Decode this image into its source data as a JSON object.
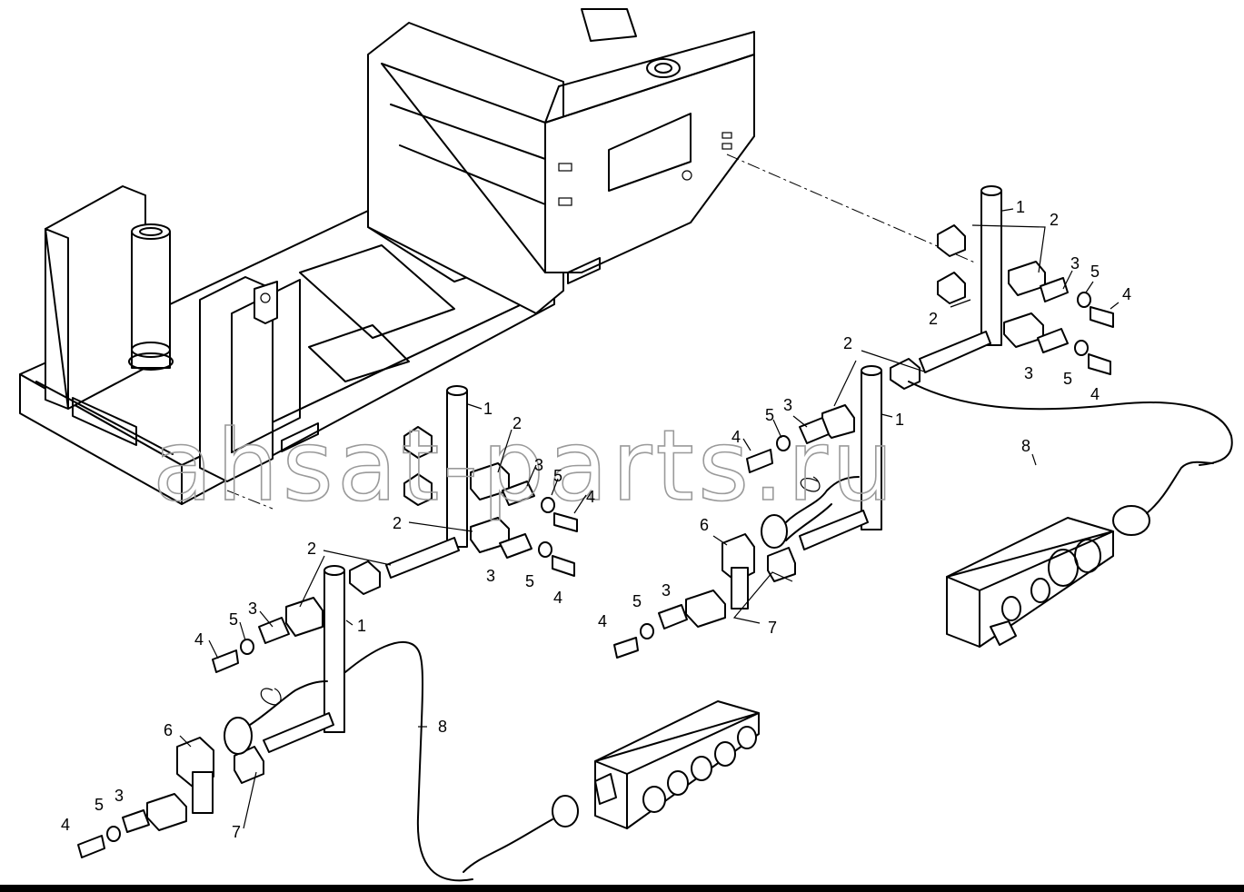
{
  "watermark": "ahsat-parts.ru",
  "callouts": [
    {
      "id": "c1a",
      "text": "1"
    },
    {
      "id": "c2a",
      "text": "2"
    },
    {
      "id": "c2b",
      "text": "2"
    },
    {
      "id": "c3a",
      "text": "3"
    },
    {
      "id": "c3b",
      "text": "3"
    },
    {
      "id": "c5a",
      "text": "5"
    },
    {
      "id": "c5b",
      "text": "5"
    },
    {
      "id": "c4a",
      "text": "4"
    },
    {
      "id": "c4b",
      "text": "4"
    },
    {
      "id": "c2c",
      "text": "2"
    },
    {
      "id": "c1b",
      "text": "1"
    },
    {
      "id": "c3c",
      "text": "3"
    },
    {
      "id": "c5c",
      "text": "5"
    },
    {
      "id": "c4c",
      "text": "4"
    },
    {
      "id": "c8a",
      "text": "8"
    },
    {
      "id": "c1c",
      "text": "1"
    },
    {
      "id": "c2d",
      "text": "2"
    },
    {
      "id": "c3d",
      "text": "3"
    },
    {
      "id": "c5d",
      "text": "5"
    },
    {
      "id": "c4d",
      "text": "4"
    },
    {
      "id": "c2e",
      "text": "2"
    },
    {
      "id": "c3e",
      "text": "3"
    },
    {
      "id": "c5e",
      "text": "5"
    },
    {
      "id": "c4e",
      "text": "4"
    },
    {
      "id": "c6a",
      "text": "6"
    },
    {
      "id": "c3f",
      "text": "3"
    },
    {
      "id": "c5f",
      "text": "5"
    },
    {
      "id": "c4f",
      "text": "4"
    },
    {
      "id": "c7a",
      "text": "7"
    },
    {
      "id": "c2f",
      "text": "2"
    },
    {
      "id": "c1d",
      "text": "1"
    },
    {
      "id": "c3g",
      "text": "3"
    },
    {
      "id": "c5g",
      "text": "5"
    },
    {
      "id": "c4g",
      "text": "4"
    },
    {
      "id": "c6b",
      "text": "6"
    },
    {
      "id": "c8b",
      "text": "8"
    },
    {
      "id": "c7b",
      "text": "7"
    },
    {
      "id": "c3h",
      "text": "3"
    },
    {
      "id": "c5h",
      "text": "5"
    },
    {
      "id": "c4h",
      "text": "4"
    }
  ]
}
